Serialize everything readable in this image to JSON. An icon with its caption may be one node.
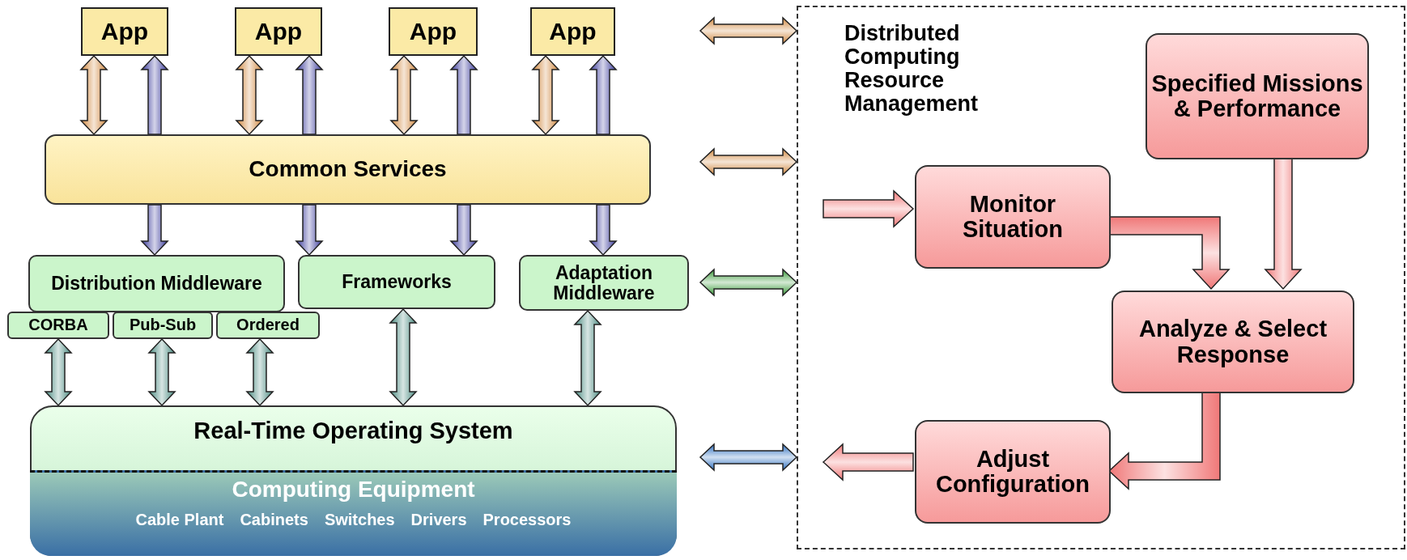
{
  "diagram": {
    "nodes": [
      {
        "text": [
          "App"
        ]
      },
      {
        "text": [
          "App"
        ]
      },
      {
        "text": [
          "App"
        ]
      },
      {
        "text": [
          "App"
        ]
      },
      {
        "text": [
          "Common Services"
        ]
      },
      {
        "text": [
          "Distribution Middleware"
        ]
      },
      {
        "text": [
          "CORBA"
        ]
      },
      {
        "text": [
          "Pub-Sub"
        ]
      },
      {
        "text": [
          "Ordered"
        ]
      },
      {
        "text": [
          "Frameworks"
        ]
      },
      {
        "text": [
          "Adaptation Middleware"
        ]
      },
      {
        "text": [
          "Real-Time Operating System"
        ]
      },
      {
        "text": [
          "Computing Equipment",
          "Cable Plant",
          "Cabinets",
          "Switches",
          "Drivers",
          "Processors"
        ],
        "in": 11
      },
      {
        "text": [
          "Distributed Computing Resource Management"
        ]
      },
      {
        "text": [
          "Specified Missions & Performance"
        ],
        "in": 13
      },
      {
        "text": [
          "Monitor Situation"
        ],
        "in": 13
      },
      {
        "text": [
          "Analyze & Select Response"
        ],
        "in": 13
      },
      {
        "text": [
          "Adjust Configuration"
        ],
        "in": 13
      }
    ],
    "edges": [
      {
        "from": 0,
        "to": 4,
        "arrow": "both",
        "color": "#d08840"
      },
      {
        "from": 1,
        "to": 4,
        "arrow": "both",
        "color": "#d08840"
      },
      {
        "from": 2,
        "to": 4,
        "arrow": "both",
        "color": "#d08840"
      },
      {
        "from": 3,
        "to": 4,
        "arrow": "both",
        "color": "#d08840"
      },
      {
        "from": 4,
        "to": 0,
        "arrow": "to",
        "color": "#3c3c9c"
      },
      {
        "from": 4,
        "to": 1,
        "arrow": "to",
        "color": "#3c3c9c"
      },
      {
        "from": 4,
        "to": 2,
        "arrow": "to",
        "color": "#3c3c9c"
      },
      {
        "from": 4,
        "to": 3,
        "arrow": "to",
        "color": "#3c3c9c"
      },
      {
        "from": 4,
        "to": 5,
        "arrow": "to",
        "color": "#3c3c9c"
      },
      {
        "from": 4,
        "to": 9,
        "arrow": "to",
        "color": "#3c3c9c"
      },
      {
        "from": 4,
        "to": 9,
        "arrow": "to",
        "color": "#3c3c9c"
      },
      {
        "from": 4,
        "to": 10,
        "arrow": "to",
        "color": "#3c3c9c"
      },
      {
        "from": 6,
        "to": 11,
        "arrow": "both",
        "color": "#4a8a80"
      },
      {
        "from": 7,
        "to": 11,
        "arrow": "both",
        "color": "#4a8a80"
      },
      {
        "from": 8,
        "to": 11,
        "arrow": "both",
        "color": "#4a8a80"
      },
      {
        "from": 9,
        "to": 11,
        "arrow": "both",
        "color": "#4a8a80"
      },
      {
        "from": 10,
        "to": 11,
        "arrow": "both",
        "color": "#4a8a80"
      },
      {
        "from": null,
        "to": 13,
        "arrow": "both",
        "color": "#d08840"
      },
      {
        "from": null,
        "to": 13,
        "arrow": "both",
        "color": "#d08840"
      },
      {
        "from": null,
        "to": 13,
        "arrow": "both",
        "color": "#3a9a3a"
      },
      {
        "from": null,
        "to": 13,
        "arrow": "both",
        "color": "#3070c0"
      },
      {
        "from": null,
        "to": 15,
        "arrow": "to",
        "color": "#f07878"
      },
      {
        "from": 15,
        "to": 16,
        "arrow": "to",
        "color": "#f07878"
      },
      {
        "from": 14,
        "to": 16,
        "arrow": "to",
        "color": "#f07878"
      },
      {
        "from": 16,
        "to": 17,
        "arrow": "to",
        "color": "#f07878"
      },
      {
        "from": 17,
        "to": null,
        "arrow": "to",
        "color": "#f07878"
      }
    ]
  }
}
